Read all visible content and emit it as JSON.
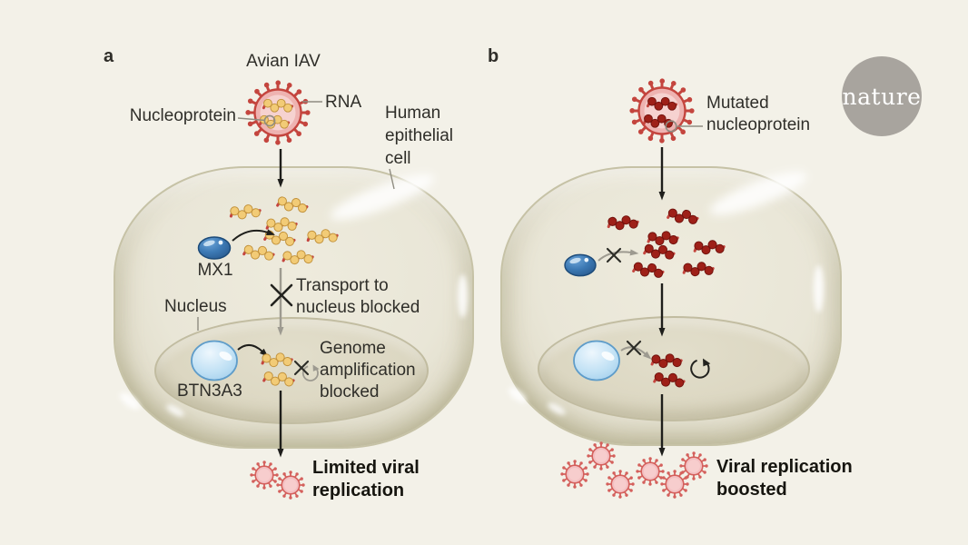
{
  "logo": {
    "text": "nature",
    "color": "#a8a49e"
  },
  "panel_a": {
    "label": "a",
    "virus_title": "Avian IAV",
    "nucleoprotein_label": "Nucleoprotein",
    "rna_label": "RNA",
    "cell_label": "Human\nepithelial\ncell",
    "mx1_label": "MX1",
    "nucleus_label": "Nucleus",
    "btn3a3_label": "BTN3A3",
    "transport_note": "Transport to\nnucleus blocked",
    "genome_note": "Genome\namplification\nblocked",
    "result": "Limited viral\nreplication"
  },
  "panel_b": {
    "label": "b",
    "mutated_label": "Mutated\nnucleoprotein",
    "result": "Viral replication\nboosted"
  },
  "colors": {
    "background": "#f3f1e8",
    "cell_fill": "#e9e6d7",
    "nucleus_fill": "#dcd7c2",
    "virus_red": "#c4453e",
    "virus_membrane": "#eeb3b1",
    "virus_core": "#f6d2d0",
    "rnp_bead_yellow": "#f2cb76",
    "rnp_bead_dark_red": "#9e2018",
    "mx1_blue": "#3c79b4",
    "btn3a3_blue": "#bfe0f4",
    "arrow_black": "#1e1e1b",
    "arrow_gray": "#9d9a90",
    "text": "#2f2e29"
  }
}
